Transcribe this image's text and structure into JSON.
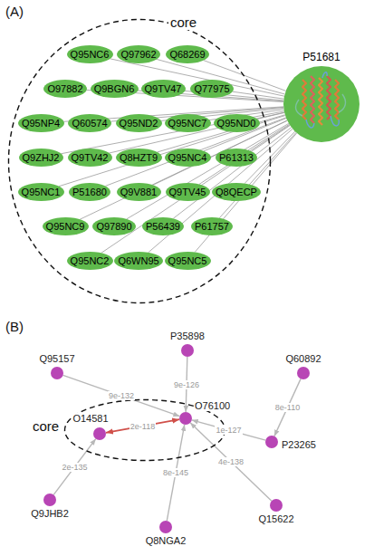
{
  "diagram": {
    "nodes": [
      {
        "text": [
          "core"
        ]
      },
      {
        "text": [
          "Q95NC6"
        ],
        "in": 0
      },
      {
        "text": [
          "Q97962"
        ],
        "in": 0
      },
      {
        "text": [
          "Q68269"
        ],
        "in": 0
      },
      {
        "text": [
          "O97882"
        ],
        "in": 0
      },
      {
        "text": [
          "Q9BGN6"
        ],
        "in": 0
      },
      {
        "text": [
          "Q9TV47"
        ],
        "in": 0
      },
      {
        "text": [
          "Q77975"
        ],
        "in": 0
      },
      {
        "text": [
          "Q95NP4"
        ],
        "in": 0
      },
      {
        "text": [
          "Q60574"
        ],
        "in": 0
      },
      {
        "text": [
          "Q95ND2"
        ],
        "in": 0
      },
      {
        "text": [
          "Q95NC7"
        ],
        "in": 0
      },
      {
        "text": [
          "Q95ND0"
        ],
        "in": 0
      },
      {
        "text": [
          "Q9ZHJ2"
        ],
        "in": 0
      },
      {
        "text": [
          "Q9TV42"
        ],
        "in": 0
      },
      {
        "text": [
          "Q8HZT9"
        ],
        "in": 0
      },
      {
        "text": [
          "Q95NC4"
        ],
        "in": 0
      },
      {
        "text": [
          "P61313"
        ],
        "in": 0
      },
      {
        "text": [
          "Q95NC1"
        ],
        "in": 0
      },
      {
        "text": [
          "P51680"
        ],
        "in": 0
      },
      {
        "text": [
          "Q9V881"
        ],
        "in": 0
      },
      {
        "text": [
          "Q9TV45"
        ],
        "in": 0
      },
      {
        "text": [
          "Q8QECP"
        ],
        "in": 0
      },
      {
        "text": [
          "Q95NC9"
        ],
        "in": 0
      },
      {
        "text": [
          "Q97890"
        ],
        "in": 0
      },
      {
        "text": [
          "P56439"
        ],
        "in": 0
      },
      {
        "text": [
          "P61757"
        ],
        "in": 0
      },
      {
        "text": [
          "Q95NC2"
        ],
        "in": 0
      },
      {
        "text": [
          "Q6WN95"
        ],
        "in": 0
      },
      {
        "text": [
          "Q95NC5"
        ],
        "in": 0
      },
      {
        "text": [
          "P51681"
        ]
      },
      {
        "text": [
          "core"
        ]
      },
      {
        "text": [
          "O14581"
        ],
        "in": 31
      },
      {
        "text": [
          "O76100"
        ],
        "in": 31
      },
      {
        "text": [
          "Q95157"
        ]
      },
      {
        "text": [
          "P35898"
        ]
      },
      {
        "text": [
          "Q60892"
        ]
      },
      {
        "text": [
          "P23265"
        ]
      },
      {
        "text": [
          "Q15622"
        ]
      },
      {
        "text": [
          "Q8NGA2"
        ]
      },
      {
        "text": [
          "Q9JHB2"
        ]
      }
    ],
    "edges": [
      {
        "from": 1,
        "to": 30,
        "arrow": "none"
      },
      {
        "from": 2,
        "to": 30,
        "arrow": "none"
      },
      {
        "from": 3,
        "to": 30,
        "arrow": "none"
      },
      {
        "from": 4,
        "to": 30,
        "arrow": "none"
      },
      {
        "from": 5,
        "to": 30,
        "arrow": "none"
      },
      {
        "from": 6,
        "to": 30,
        "arrow": "none"
      },
      {
        "from": 7,
        "to": 30,
        "arrow": "none"
      },
      {
        "from": 8,
        "to": 30,
        "arrow": "none"
      },
      {
        "from": 9,
        "to": 30,
        "arrow": "none"
      },
      {
        "from": 10,
        "to": 30,
        "arrow": "none"
      },
      {
        "from": 11,
        "to": 30,
        "arrow": "none"
      },
      {
        "from": 12,
        "to": 30,
        "arrow": "none"
      },
      {
        "from": 13,
        "to": 30,
        "arrow": "none"
      },
      {
        "from": 14,
        "to": 30,
        "arrow": "none"
      },
      {
        "from": 15,
        "to": 30,
        "arrow": "none"
      },
      {
        "from": 16,
        "to": 30,
        "arrow": "none"
      },
      {
        "from": 17,
        "to": 30,
        "arrow": "none"
      },
      {
        "from": 18,
        "to": 30,
        "arrow": "none"
      },
      {
        "from": 19,
        "to": 30,
        "arrow": "none"
      },
      {
        "from": 20,
        "to": 30,
        "arrow": "none"
      },
      {
        "from": 21,
        "to": 30,
        "arrow": "none"
      },
      {
        "from": 22,
        "to": 30,
        "arrow": "none"
      },
      {
        "from": 23,
        "to": 30,
        "arrow": "none"
      },
      {
        "from": 24,
        "to": 30,
        "arrow": "none"
      },
      {
        "from": 25,
        "to": 30,
        "arrow": "none"
      },
      {
        "from": 26,
        "to": 30,
        "arrow": "none"
      },
      {
        "from": 27,
        "to": 30,
        "arrow": "none"
      },
      {
        "from": 28,
        "to": 30,
        "arrow": "none"
      },
      {
        "from": 29,
        "to": 30,
        "arrow": "none"
      },
      {
        "from": 32,
        "to": 33,
        "label": "2e-118",
        "arrow": "both"
      },
      {
        "from": 34,
        "to": 33,
        "label": "9e-132",
        "arrow": "to"
      },
      {
        "from": 35,
        "to": 33,
        "label": "9e-126",
        "arrow": "to"
      },
      {
        "from": 37,
        "to": 33,
        "label": "1e-127",
        "arrow": "to"
      },
      {
        "from": 36,
        "to": 37,
        "label": "8e-110",
        "arrow": "to"
      },
      {
        "from": 38,
        "to": 33,
        "label": "4e-138",
        "arrow": "to"
      },
      {
        "from": 39,
        "to": 33,
        "label": "8e-145",
        "arrow": "to"
      },
      {
        "from": 40,
        "to": 32,
        "label": "2e-135",
        "arrow": "to"
      }
    ],
    "labels": [
      "(A)",
      "(B)"
    ]
  }
}
